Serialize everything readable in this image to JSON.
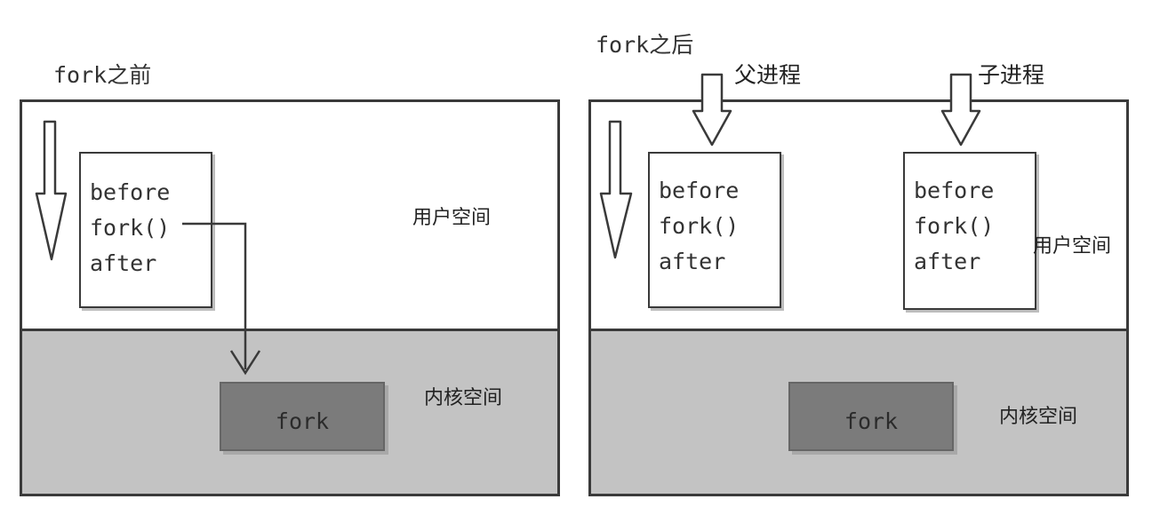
{
  "left_panel": {
    "title": "fork之前",
    "code_lines": [
      "before",
      "fork()",
      "after"
    ],
    "user_space_label": "用户空间",
    "kernel_space_label": "内核空间",
    "kernel_fork_label": "fork"
  },
  "right_panel": {
    "title": "fork之后",
    "parent_label": "父进程",
    "child_label": "子进程",
    "parent_code_lines": [
      "before",
      "fork()",
      "after"
    ],
    "child_code_lines": [
      "before",
      "fork()",
      "after"
    ],
    "user_space_label": "用户空间",
    "kernel_space_label": "内核空间",
    "kernel_fork_label": "fork"
  },
  "colors": {
    "panel_border": "#3a3a3a",
    "kernel_band": "#c3c3c3",
    "kernel_fork_box": "#7b7b7b"
  }
}
